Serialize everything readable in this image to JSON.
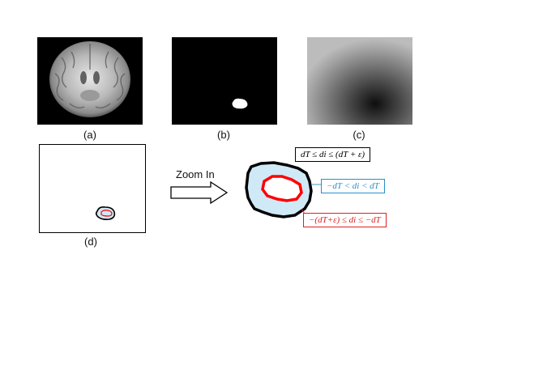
{
  "panels": {
    "a": {
      "caption": "(a)"
    },
    "b": {
      "caption": "(b)"
    },
    "c": {
      "caption": "(c)"
    },
    "d": {
      "caption": "(d)"
    }
  },
  "zoom": {
    "label": "Zoom In"
  },
  "labels": {
    "outer_band": {
      "text": "dT ≤ di ≤ (dT + ε)",
      "color": "#000000"
    },
    "inner_band": {
      "text": "−dT < di < dT",
      "color": "#2a8fc7"
    },
    "red_band": {
      "text": "−(dT+ε) ≤ di ≤ −dT",
      "color": "#e02020"
    }
  },
  "colors": {
    "contour_black": "#000000",
    "contour_red": "#ff0000",
    "region_fill": "#cfe9f6",
    "blue_label": "#2a8fc7",
    "red_label": "#e02020"
  }
}
